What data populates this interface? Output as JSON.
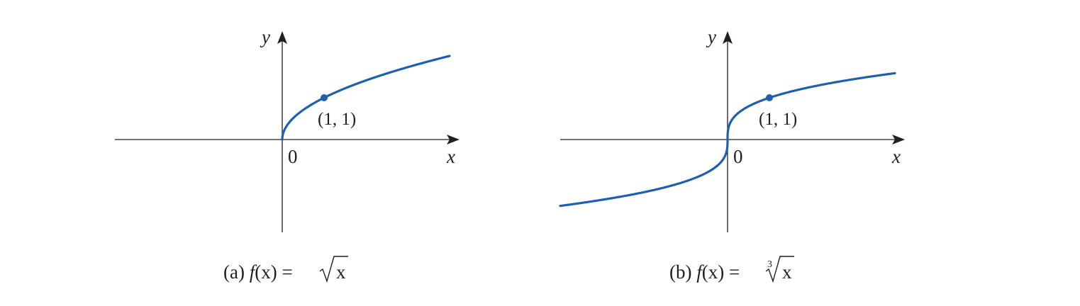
{
  "colors": {
    "curve": "#1f5fad",
    "axes": "#231f20"
  },
  "chart_data": [
    {
      "type": "line",
      "function": "sqrt",
      "x": [
        0,
        0.25,
        0.5,
        1,
        1.5,
        2,
        3,
        4
      ],
      "y": [
        0,
        0.5,
        0.707,
        1,
        1.225,
        1.414,
        1.732,
        2
      ],
      "xlim": [
        -4,
        4.3
      ],
      "ylim": [
        -2.2,
        2.6
      ],
      "xlabel": "x",
      "ylabel": "y",
      "origin_label": "0",
      "points": [
        {
          "x": 1,
          "y": 1,
          "label": "(1, 1)"
        }
      ],
      "caption": {
        "prefix": "(a) ",
        "f": "f",
        "arg": "(x) = ",
        "radicand": "x",
        "index": ""
      }
    },
    {
      "type": "line",
      "function": "cbrt",
      "x": [
        -4,
        -3,
        -2,
        -1,
        -0.5,
        -0.125,
        0,
        0.125,
        0.5,
        1,
        2,
        3,
        4
      ],
      "y": [
        -1.587,
        -1.442,
        -1.26,
        -1,
        -0.794,
        -0.5,
        0,
        0.5,
        0.794,
        1,
        1.26,
        1.442,
        1.587
      ],
      "xlim": [
        -4,
        4.3
      ],
      "ylim": [
        -2.2,
        2.6
      ],
      "xlabel": "x",
      "ylabel": "y",
      "origin_label": "0",
      "points": [
        {
          "x": 1,
          "y": 1,
          "label": "(1, 1)"
        }
      ],
      "caption": {
        "prefix": "(b) ",
        "f": "f",
        "arg": "(x) = ",
        "radicand": "x",
        "index": "3"
      }
    }
  ]
}
